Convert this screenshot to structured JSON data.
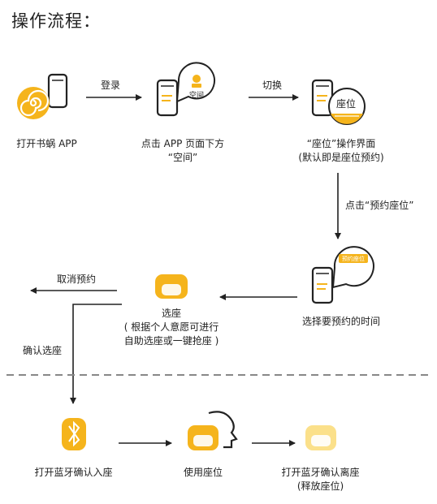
{
  "title": "操作流程：",
  "steps": {
    "open_app": "打开书蜗 APP",
    "space_line1": "点击 APP 页面下方",
    "space_line2": "“空间”",
    "seat_ui_line1": "“座位”操作界面",
    "seat_ui_line2": "(默认即是座位预约)",
    "choose_time": "选择要预约的时间",
    "select_seat": "选座",
    "select_seat_note1": "( 根据个人意愿可进行",
    "select_seat_note2": "自助选座或一键抢座 )",
    "bt_enter": "打开蓝牙确认入座",
    "use_seat": "使用座位",
    "bt_leave_line1": "打开蓝牙确认离座",
    "bt_leave_line2": "(释放座位)"
  },
  "arrows": {
    "login": "登录",
    "switch": "切换",
    "click_reserve": "点击“预约座位”",
    "cancel": "取消预约",
    "confirm_select": "确认选座"
  },
  "icons": {
    "space_bubble_text": "空间",
    "seat_bubble_text": "座位",
    "reserve_bubble_text": "预约座位"
  },
  "colors": {
    "accent": "#F5B41C",
    "accent_light": "#FBE08A",
    "dark": "#222222"
  }
}
